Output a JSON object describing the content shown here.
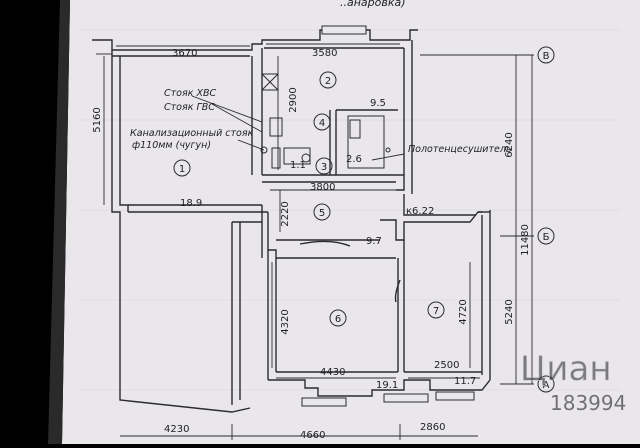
{
  "header": {
    "fragment": "..анаровка)"
  },
  "dimensions": {
    "top_left": "3670",
    "top_mid": "3580",
    "left_vertical": "5160",
    "mid_vertical": "2900",
    "mid_horizontal": "3800",
    "corridor_vertical": "2220",
    "lower_left_vertical": "4320",
    "bottom_room_width": "4430",
    "bottom_right_room_width": "2500",
    "room7_vertical": "4720",
    "right_total_top": "6240",
    "right_total_mid": "11480",
    "right_total_bottom": "5240",
    "bottom_1": "4230",
    "bottom_2": "4660",
    "bottom_3": "2860"
  },
  "rooms": [
    {
      "number": "1",
      "area": "18.9"
    },
    {
      "number": "2",
      "area": "9.5"
    },
    {
      "number": "3",
      "area": "1.1"
    },
    {
      "number": "4",
      "area": "2.6"
    },
    {
      "number": "5",
      "area": "к6.22"
    },
    {
      "number": "6",
      "area": "9.7"
    },
    {
      "number": "7",
      "area": "19.1"
    }
  ],
  "extra_area": "11.7",
  "labels": {
    "riser_cold": "Стояк ХВС",
    "riser_hot": "Стояк ГВС",
    "sewer_riser_1": "Канализационный стояк",
    "sewer_riser_2": "ф110мм (чугун)",
    "towel_dryer": "Полотенцесушитель"
  },
  "axes": {
    "top": "В",
    "middle": "Б",
    "bottom": "А"
  },
  "watermark": {
    "brand": "Циан",
    "code": "183994"
  }
}
